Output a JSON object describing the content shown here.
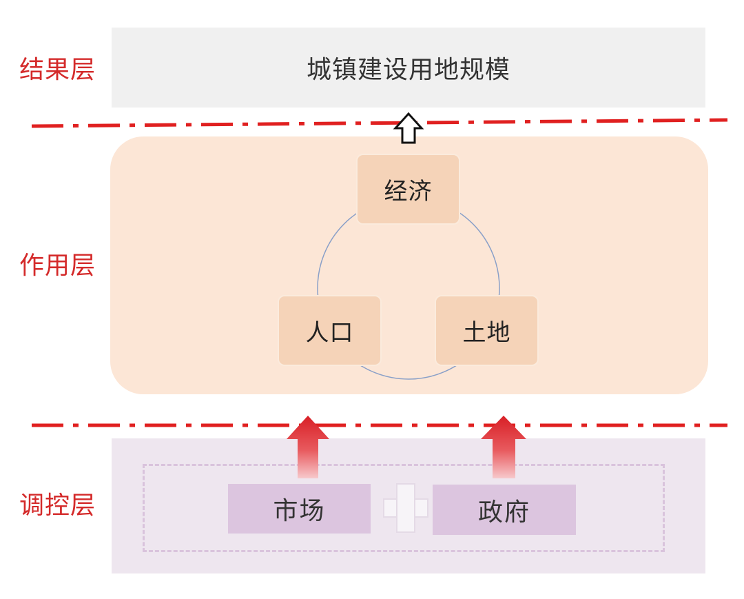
{
  "layers": {
    "result_label": "结果层",
    "action_label": "作用层",
    "control_label": "调控层"
  },
  "result": {
    "text": "城镇建设用地规模"
  },
  "action": {
    "nodes": {
      "economy": "经济",
      "population": "人口",
      "land": "土地"
    }
  },
  "control": {
    "market": "市场",
    "government": "政府"
  },
  "colors": {
    "label_red": "#d42a2a",
    "divider_red": "#e02020",
    "result_bg": "#f0f0f0",
    "action_bg": "#fce6d6",
    "node_bg": "#f5d3b8",
    "control_bg": "#eee6ef",
    "control_item_bg": "#dcc5df",
    "cycle_line": "#8aa0c8"
  }
}
